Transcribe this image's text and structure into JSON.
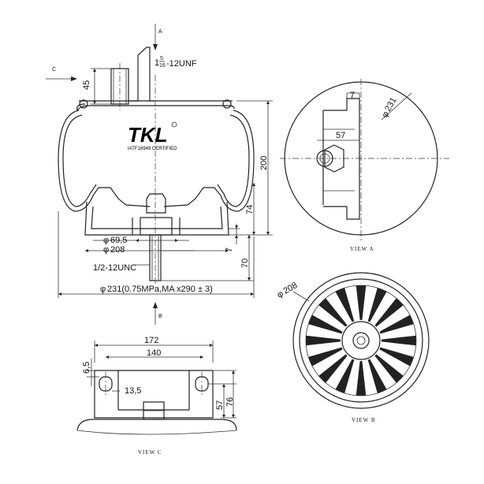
{
  "logo": {
    "brand": "TKL",
    "certification": "IATF16949 CERTIFIED"
  },
  "main_view": {
    "thread_top": "-12UNF",
    "thread_top_whole": "1",
    "thread_top_frac_num": "5",
    "thread_top_frac_den": "16",
    "dim_45": "45",
    "dim_200": "200",
    "dim_74": "74",
    "dim_7": "7",
    "dim_70": "70",
    "dia_69_5": "69,5",
    "dia_208": "208",
    "thread_bottom": "1/2-12UNC",
    "bottom_dim": "231(0.75MPa,MA x290 ± 3)",
    "phi": "φ"
  },
  "view_a": {
    "label": "VIEW A",
    "dia": "231",
    "dim_7": "7",
    "dim_57": "57"
  },
  "view_b": {
    "label": "VIEW B",
    "dia": "208"
  },
  "view_c": {
    "label": "VIEW C",
    "dim_172": "172",
    "dim_140": "140",
    "dim_6_5": "6,5",
    "dim_13_5": "13,5",
    "dim_57": "57",
    "dim_76": "76"
  },
  "arrows": {
    "a": "A",
    "b": "B",
    "c": "C"
  }
}
